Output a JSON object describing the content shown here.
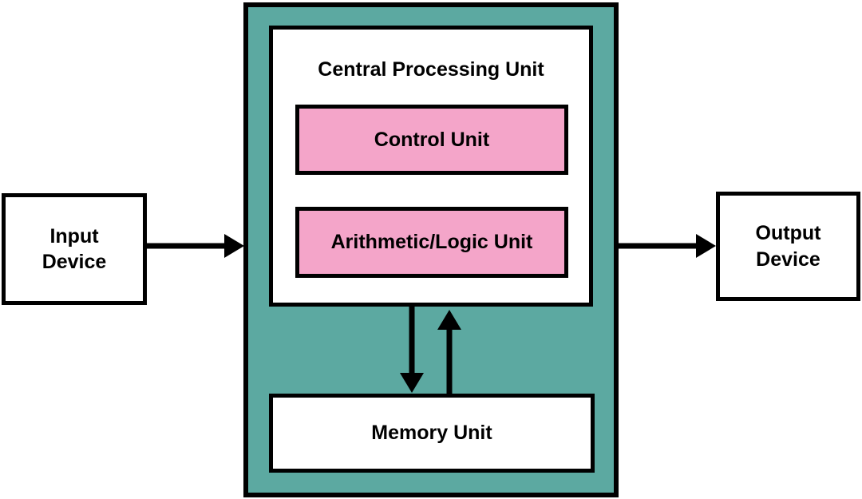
{
  "diagram": {
    "type": "block-diagram",
    "subject": "computer architecture",
    "nodes": {
      "input_device": {
        "label": "Input\nDevice"
      },
      "cpu": {
        "label": "Central Processing Unit"
      },
      "control_unit": {
        "label": "Control Unit"
      },
      "alu": {
        "label": "Arithmetic/Logic Unit"
      },
      "memory_unit": {
        "label": "Memory Unit"
      },
      "output_device": {
        "label": "Output\nDevice"
      }
    },
    "edges": [
      {
        "from": "input_device",
        "to": "cpu",
        "direction": "right"
      },
      {
        "from": "cpu",
        "to": "output_device",
        "direction": "right"
      },
      {
        "from": "cpu",
        "to": "memory_unit",
        "direction": "down"
      },
      {
        "from": "memory_unit",
        "to": "cpu",
        "direction": "up"
      }
    ]
  },
  "colors": {
    "cpu_background": "#5CA9A1",
    "unit_background": "#F4A5C9",
    "box_background": "#FFFFFF",
    "border": "#000000",
    "text": "#000000",
    "arrow": "#000000"
  }
}
